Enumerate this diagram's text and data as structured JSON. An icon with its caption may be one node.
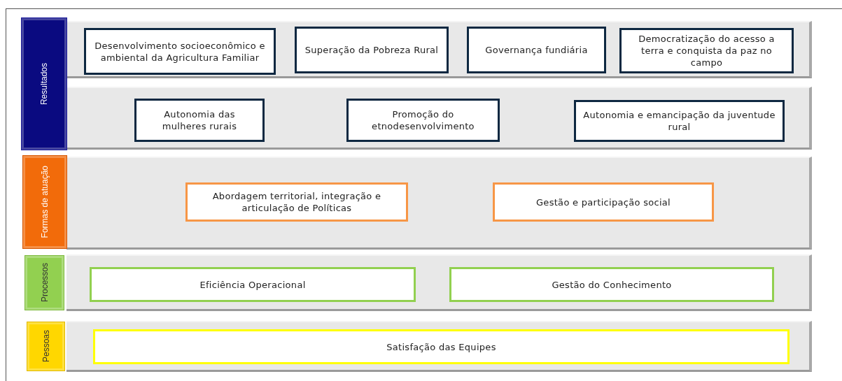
{
  "diagram": {
    "nodes": [
      {
        "text": [
          "Resultados"
        ]
      },
      {
        "text": [
          "Desenvolvimento socioeconômico e ambiental da Agricultura Familiar"
        ]
      },
      {
        "text": [
          "Superação da Pobreza Rural"
        ]
      },
      {
        "text": [
          "Governança fundiária"
        ]
      },
      {
        "text": [
          "Democratização do acesso a terra e conquista da paz no campo"
        ]
      },
      {
        "text": [
          "Autonomia das mulheres rurais"
        ]
      },
      {
        "text": [
          "Promoção do etnodesenvolvimento"
        ]
      },
      {
        "text": [
          "Autonomia e emancipação da juventude rural"
        ]
      },
      {
        "text": [
          "Formas de atuação"
        ]
      },
      {
        "text": [
          "Abordagem territorial, integração e articulação de Políticas"
        ]
      },
      {
        "text": [
          "Gestão e participação social"
        ]
      },
      {
        "text": [
          "Processos"
        ]
      },
      {
        "text": [
          "Eficiência Operacional"
        ]
      },
      {
        "text": [
          "Gestão do Conhecimento"
        ]
      },
      {
        "text": [
          "Pessoas"
        ]
      },
      {
        "text": [
          "Satisfação das Equipes"
        ]
      }
    ]
  }
}
